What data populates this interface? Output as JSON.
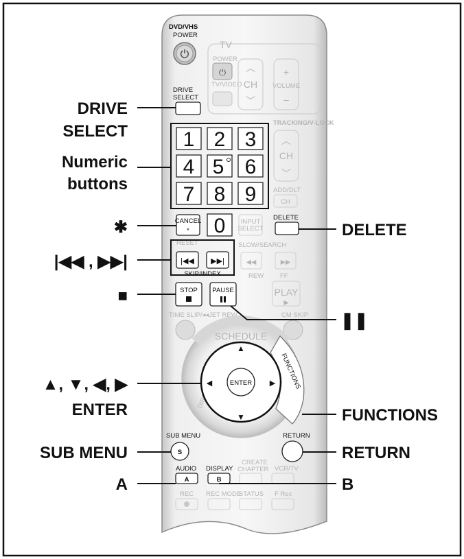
{
  "remote": {
    "brand": "DVD/VHS",
    "power": "POWER",
    "tv": "TV",
    "tv_power": "POWER",
    "tv_video": "TV/VIDEO",
    "ch": "CH",
    "volume": "VOLUME",
    "drive_select_line1": "DRIVE",
    "drive_select_line2": "SELECT",
    "tracking": "TRACKING/V-LOCK",
    "numbers": [
      "1",
      "2",
      "3",
      "4",
      "5",
      "6",
      "7",
      "8",
      "9",
      "0"
    ],
    "cancel": "CANCEL",
    "cancel_star": "*",
    "input_select_line1": "INPUT",
    "input_select_line2": "SELECT",
    "add_dlt": "ADD/DLT",
    "delete": "DELETE",
    "reset": "RESET",
    "skip_index": "SKIP/INDEX",
    "slow_search": "SLOW/SEARCH",
    "rew": "REW",
    "ff": "FF",
    "stop": "STOP",
    "pause": "PAUSE",
    "play": "PLAY",
    "time_slip": "TIME SLIP/◂◂JET REW",
    "cm_skip": "CM SKIP",
    "schedule": "SCHEDULE",
    "direct_navigator": "DIRECT NAVIGATOR",
    "functions": "FUNCTIONS",
    "enter": "ENTER",
    "sub_menu": "SUB MENU",
    "sub_menu_key": "S",
    "return": "RETURN",
    "audio": "AUDIO",
    "audio_key": "A",
    "display": "DISPLAY",
    "display_key": "B",
    "create_chapter_line1": "CREATE",
    "create_chapter_line2": "CHAPTER",
    "vcr_tv": "VCR/TV",
    "rec": "REC",
    "rec_mode": "REC MODE",
    "status": "STATUS",
    "f_rec": "F Rec"
  },
  "callouts": {
    "drive_select_line1": "DRIVE",
    "drive_select_line2": "SELECT",
    "numeric_line1": "Numeric",
    "numeric_line2": "buttons",
    "star": "✱",
    "skip": "|◀◀ , ▶▶|",
    "stop": "■",
    "arrows": "▲, ▼, ◀, ▶",
    "enter": "ENTER",
    "sub_menu": "SUB MENU",
    "a": "A",
    "delete": "DELETE",
    "pause": "❚❚",
    "functions": "FUNCTIONS",
    "return": "RETURN",
    "b": "B"
  }
}
